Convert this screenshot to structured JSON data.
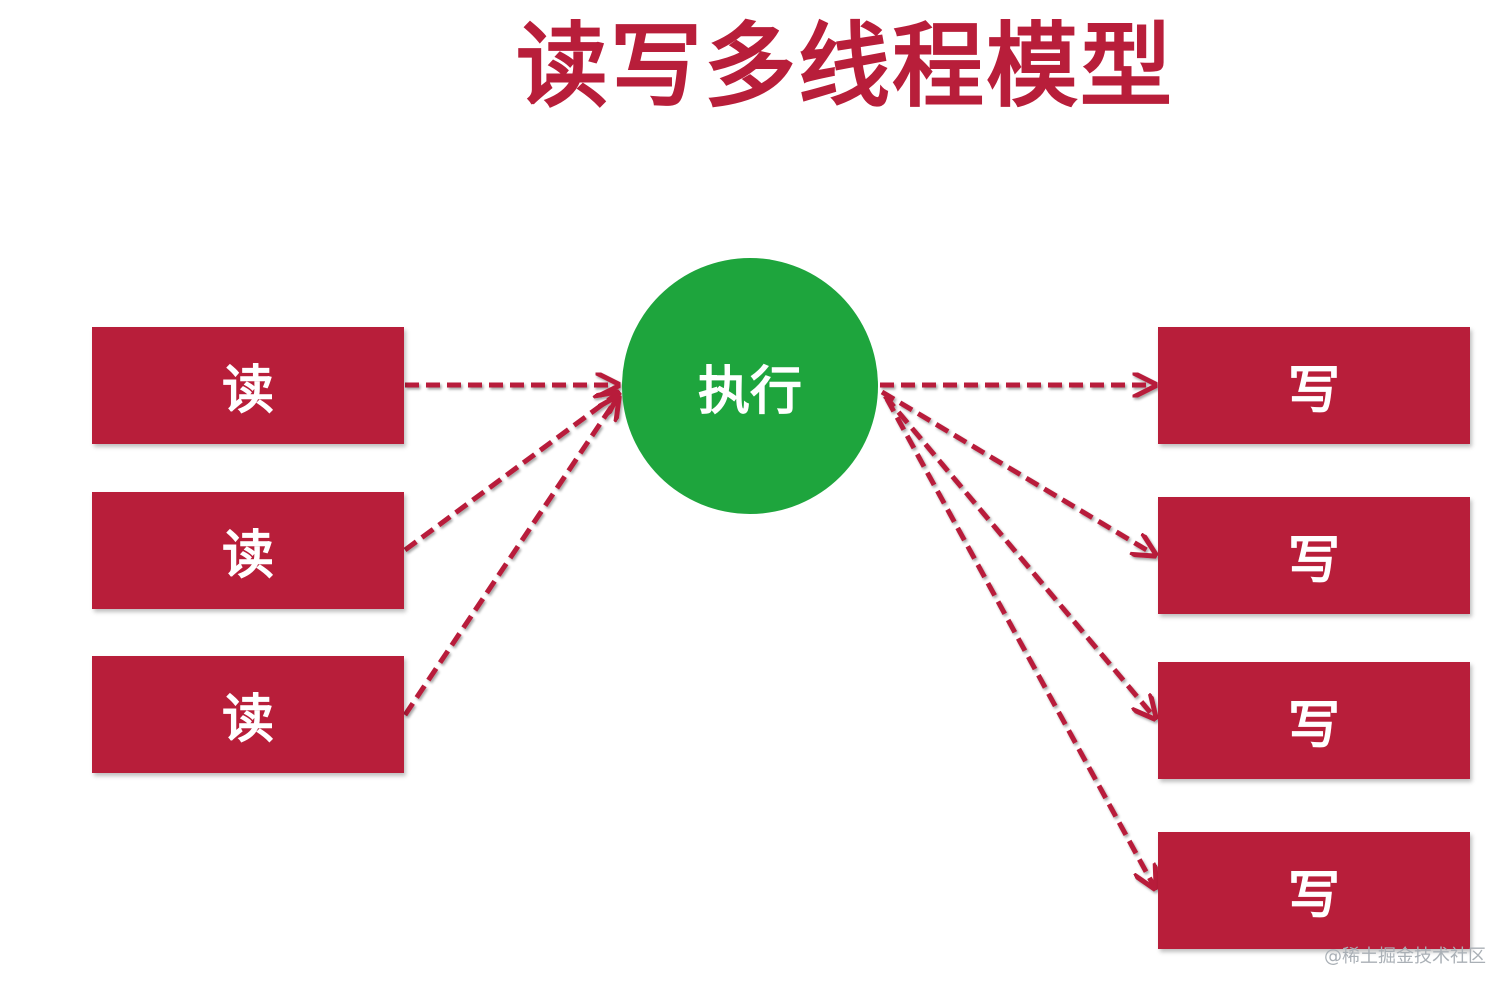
{
  "title": "读写多线程模型",
  "reads": [
    "读",
    "读",
    "读"
  ],
  "exec": "执行",
  "writes": [
    "写",
    "写",
    "写",
    "写"
  ],
  "watermark": "@稀土掘金技术社区",
  "colors": {
    "red": "#b81e3a",
    "green": "#1ea53d"
  }
}
